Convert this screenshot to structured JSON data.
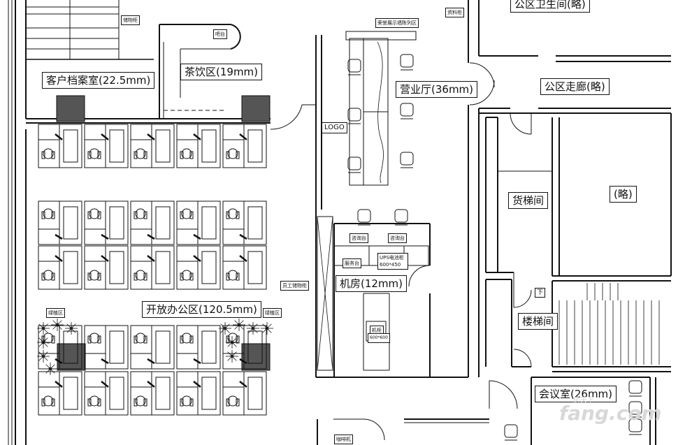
{
  "labels": {
    "client_archive": "客户档案室(22.5mm)",
    "tea_area": "茶饮区(19mm)",
    "business_hall": "营业厅(36mm)",
    "public_corridor": "公区走廊(略)",
    "public_toilet": "公区卫生间(略)",
    "omitted": "(略)",
    "freight_elevator": "货梯间",
    "stairwell": "楼梯间",
    "machine_room": "机房(12mm)",
    "open_office": "开放办公区(120.5mm)",
    "meeting_room": "会议室(26mm)",
    "logo": "LOGO",
    "stair_down": "下"
  },
  "small_tags": {
    "storage_cabinet": "储物柜",
    "counter": "吧台",
    "display_wall": "荣誉展示墙陈列区",
    "data_cabinet": "资料柜",
    "consult_desk_1": "咨询台",
    "consult_desk_2": "咨询台",
    "service_desk": "服务台",
    "ups_cabinet": "UPS电池柜 600*450",
    "staff_locker": "员工储物柜",
    "greenery_left": "绿植区",
    "greenery_right": "绿植区",
    "rack": "机柜",
    "rack_sub": "600*600",
    "coffee_bar": "咖啡机"
  },
  "watermark": {
    "brand": "fang.com",
    "sub": "房天下"
  }
}
